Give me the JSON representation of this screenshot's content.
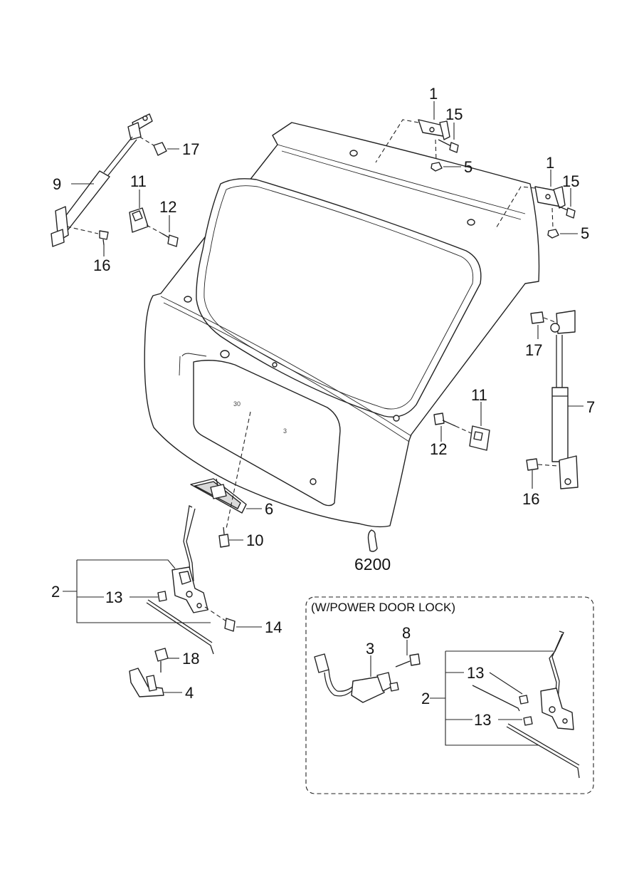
{
  "inset": {
    "title": "(W/POWER DOOR LOCK)"
  },
  "callouts": {
    "hinge_left": "1",
    "hinge_right": "1",
    "bolt_15_left": "15",
    "bolt_15_right": "15",
    "nut_5_left": "5",
    "nut_5_right": "5",
    "clip_17_left": "17",
    "clip_17_right": "17",
    "lifter_9": "9",
    "lifter_7": "7",
    "bracket_11_left": "11",
    "bracket_11_right": "11",
    "bolt_12_left": "12",
    "bolt_12_right": "12",
    "bolt_16_left": "16",
    "bolt_16_right": "16",
    "handle_6": "6",
    "screw_10": "10",
    "tailgate_6200": "6200",
    "latch_2": "2",
    "clip_13": "13",
    "bolt_14": "14",
    "bolt_18": "18",
    "striker_4": "4",
    "inset_actuator_3": "3",
    "inset_bolt_8": "8",
    "inset_latch_2": "2",
    "inset_clip_13_upper": "13",
    "inset_clip_13_lower": "13"
  }
}
